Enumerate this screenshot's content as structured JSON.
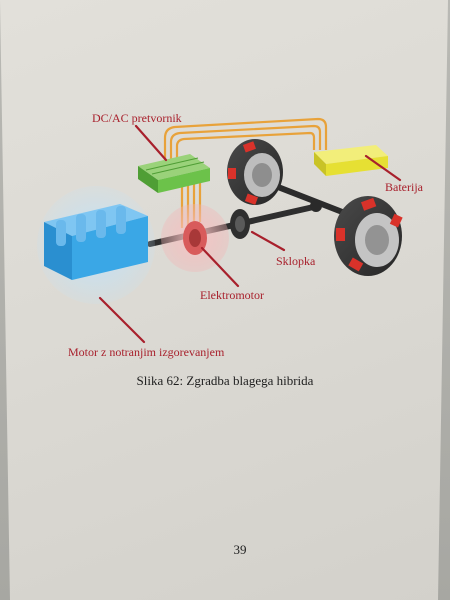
{
  "figure": {
    "labels": {
      "converter": "DC/AC pretvornik",
      "battery": "Baterija",
      "clutch": "Sklopka",
      "electric_motor": "Elektromotor",
      "engine": "Motor z notranjim izgorevanjem"
    },
    "colors": {
      "label_text": "#a8202c",
      "engine": "#3aa7e6",
      "converter": "#6cc24a",
      "battery": "#e6e033",
      "wheel_accent": "#d9322a",
      "cables": "#e8a23a"
    }
  },
  "caption": "Slika 62: Zgradba blagega hibrida",
  "page_number": "39"
}
